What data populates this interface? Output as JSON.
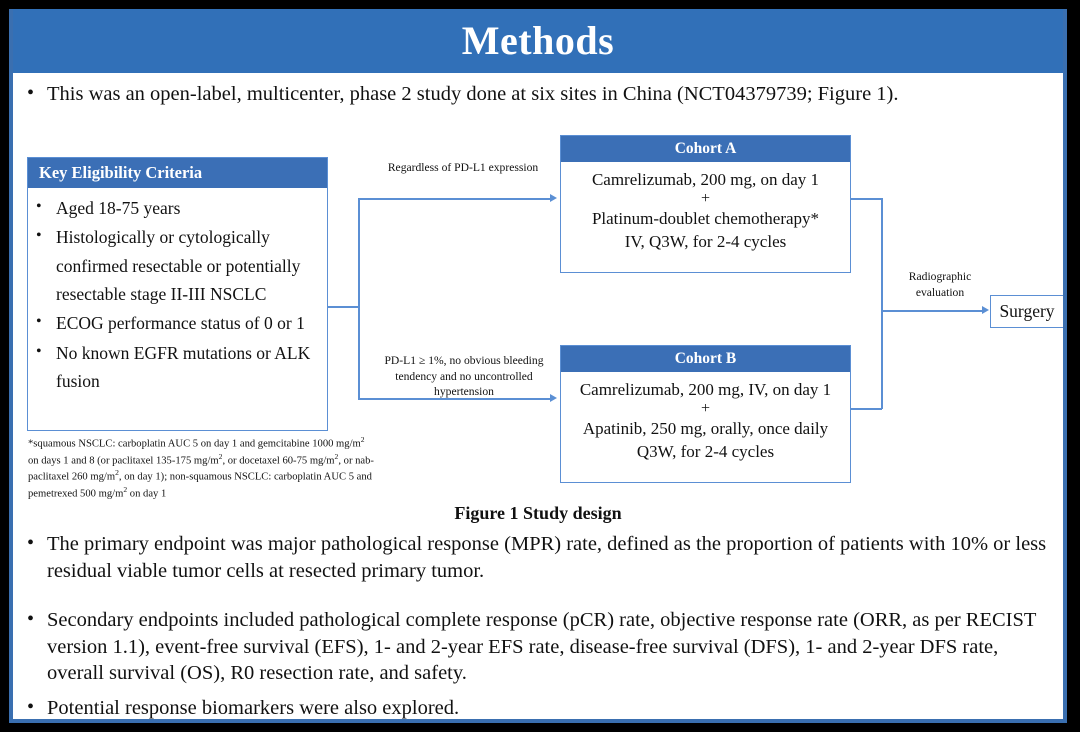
{
  "slide": {
    "title": "Methods",
    "accent_blue": "#3170B8",
    "box_header_blue": "#3B6FB6",
    "connector_blue": "#5B8FD4",
    "frame_black": "#000000"
  },
  "intro_bullet": {
    "marker": "•",
    "text": "This was an open-label, multicenter, phase 2 study done at six sites in China (NCT04379739; Figure 1)."
  },
  "diagram": {
    "eligibility": {
      "header": "Key  Eligibility Criteria",
      "marker": "•",
      "items": [
        "Aged 18-75 years",
        "Histologically or cytologically confirmed resectable or potentially resectable stage II-III  NSCLC",
        "ECOG performance status of 0 or 1",
        "No known EGFR mutations or ALK fusion"
      ]
    },
    "footnote": "*squamous NSCLC: carboplatin AUC 5 on day 1 and gemcitabine 1000 mg/m2 on days 1 and 8 (or paclitaxel 135-175 mg/m2, or docetaxel 60-75 mg/m2, or nab-paclitaxel 260 mg/m2, on day 1); non-squamous NSCLC: carboplatin AUC 5 and pemetrexed 500 mg/m2 on day 1",
    "condition_a": "Regardless of PD-L1 expression",
    "condition_b": "PD-L1 ≥ 1%, no obvious bleeding tendency and no uncontrolled hypertension",
    "cohort_a": {
      "header": "Cohort A",
      "line1": "Camrelizumab, 200 mg, on day 1",
      "plus": "+",
      "line2": "Platinum-doublet chemotherapy*",
      "line3": "IV, Q3W, for 2-4 cycles"
    },
    "cohort_b": {
      "header": "Cohort B",
      "line1": "Camrelizumab, 200 mg, IV, on day 1",
      "plus": "+",
      "line2": "Apatinib, 250 mg, orally, once daily",
      "line3": "Q3W, for 2-4 cycles"
    },
    "radiographic_label": "Radiographic evaluation",
    "surgery": "Surgery"
  },
  "figure_caption": "Figure 1 Study design",
  "endpoint_bullets": [
    {
      "marker": "•",
      "text": "The primary endpoint was major pathological response (MPR) rate, defined as the proportion of patients with 10% or less residual viable tumor cells at resected primary tumor."
    },
    {
      "marker": "•",
      "text": "Secondary endpoints included pathological complete response (pCR) rate, objective response rate (ORR, as per RECIST version 1.1), event-free survival (EFS), 1- and 2-year EFS rate, disease-free survival (DFS), 1- and 2-year DFS rate, overall survival (OS), R0 resection rate, and safety."
    },
    {
      "marker": "•",
      "text": "Potential response biomarkers were also explored."
    }
  ]
}
